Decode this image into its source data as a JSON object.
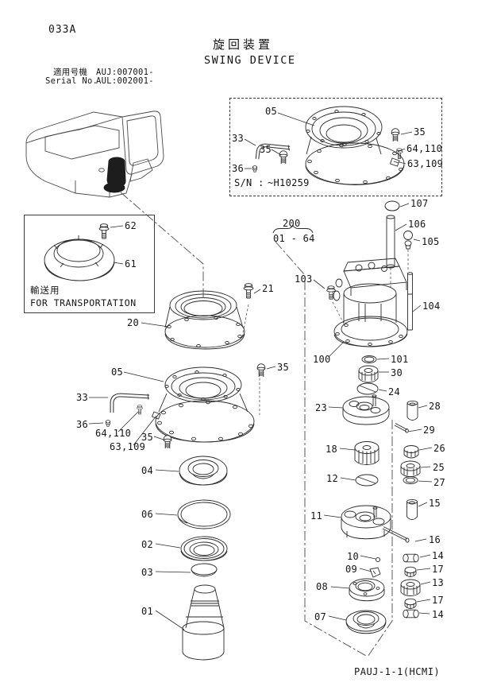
{
  "page": {
    "sheet_code": "033A",
    "title_jp": "旋回装置",
    "title_en": "SWING DEVICE",
    "applicable_label": "適用号機",
    "applicable_value": "AUJ:007001-",
    "serial_label": "Serial No.",
    "serial_value": "AUL:002001-",
    "footer_code": "PAUJ-1-1(HCMI)"
  },
  "sn_inset": {
    "sn_label": "S/N :",
    "sn_value": "~H10259",
    "callouts": [
      "05",
      "33",
      "35",
      "36",
      "35",
      "64,110",
      "63,109"
    ]
  },
  "transport_inset": {
    "caption_jp": "輸送用",
    "caption_en": "FOR TRANSPORTATION",
    "callouts": [
      "62",
      "61"
    ]
  },
  "group_ref": {
    "group_number": "200",
    "item_range": "01 - 64"
  },
  "main_callouts": [
    "20",
    "21",
    "103",
    "107",
    "106",
    "105",
    "104",
    "100",
    "101",
    "30",
    "24",
    "23",
    "28",
    "29",
    "18",
    "26",
    "25",
    "12",
    "27",
    "15",
    "11",
    "16",
    "10",
    "14",
    "09",
    "17",
    "08",
    "13",
    "17",
    "07",
    "14",
    "05",
    "33",
    "36",
    "64,110",
    "35",
    "63,109",
    "35",
    "04",
    "06",
    "02",
    "03",
    "01"
  ]
}
